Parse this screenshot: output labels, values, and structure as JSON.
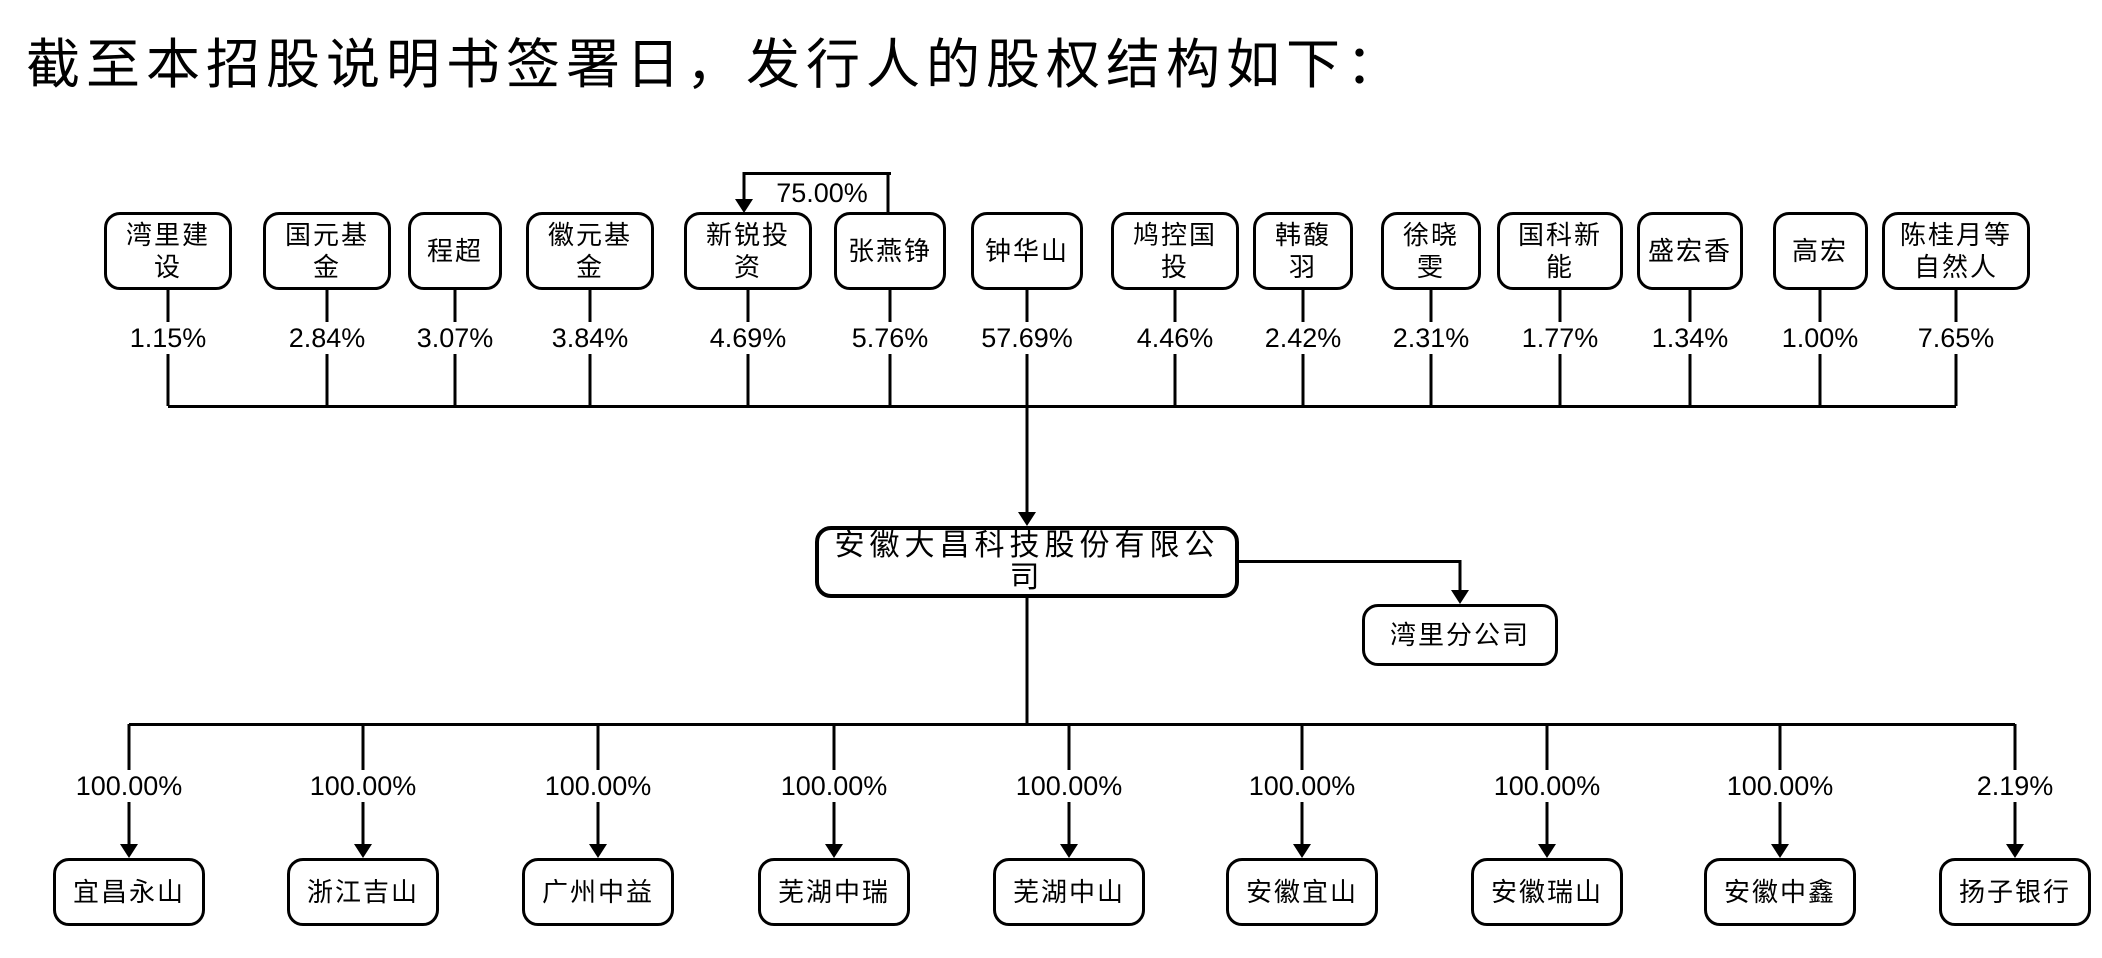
{
  "title": "截至本招股说明书签署日，发行人的股权结构如下：",
  "colors": {
    "ink": "#000000",
    "paper": "#ffffff"
  },
  "issuer": {
    "name": "安徽大昌科技股份有限公司"
  },
  "branch": {
    "name": "湾里分公司"
  },
  "cross_shareholding": {
    "holder": "张燕铮",
    "target": "新锐投资",
    "percent": "75.00%"
  },
  "shareholders": [
    {
      "name": "湾里建设",
      "percent": "1.15%"
    },
    {
      "name": "国元基金",
      "percent": "2.84%"
    },
    {
      "name": "程超",
      "percent": "3.07%"
    },
    {
      "name": "徽元基金",
      "percent": "3.84%"
    },
    {
      "name": "新锐投资",
      "percent": "4.69%"
    },
    {
      "name": "张燕铮",
      "percent": "5.76%"
    },
    {
      "name": "钟华山",
      "percent": "57.69%"
    },
    {
      "name": "鸠控国投",
      "percent": "4.46%"
    },
    {
      "name": "韩馥羽",
      "percent": "2.42%"
    },
    {
      "name": "徐晓雯",
      "percent": "2.31%"
    },
    {
      "name": "国科新能",
      "percent": "1.77%"
    },
    {
      "name": "盛宏香",
      "percent": "1.34%"
    },
    {
      "name": "高宏",
      "percent": "1.00%"
    },
    {
      "name": "陈桂月等自然人",
      "percent": "7.65%"
    }
  ],
  "subsidiaries": [
    {
      "name": "宜昌永山",
      "percent": "100.00%"
    },
    {
      "name": "浙江吉山",
      "percent": "100.00%"
    },
    {
      "name": "广州中益",
      "percent": "100.00%"
    },
    {
      "name": "芜湖中瑞",
      "percent": "100.00%"
    },
    {
      "name": "芜湖中山",
      "percent": "100.00%"
    },
    {
      "name": "安徽宜山",
      "percent": "100.00%"
    },
    {
      "name": "安徽瑞山",
      "percent": "100.00%"
    },
    {
      "name": "安徽中鑫",
      "percent": "100.00%"
    },
    {
      "name": "扬子银行",
      "percent": "2.19%"
    }
  ]
}
